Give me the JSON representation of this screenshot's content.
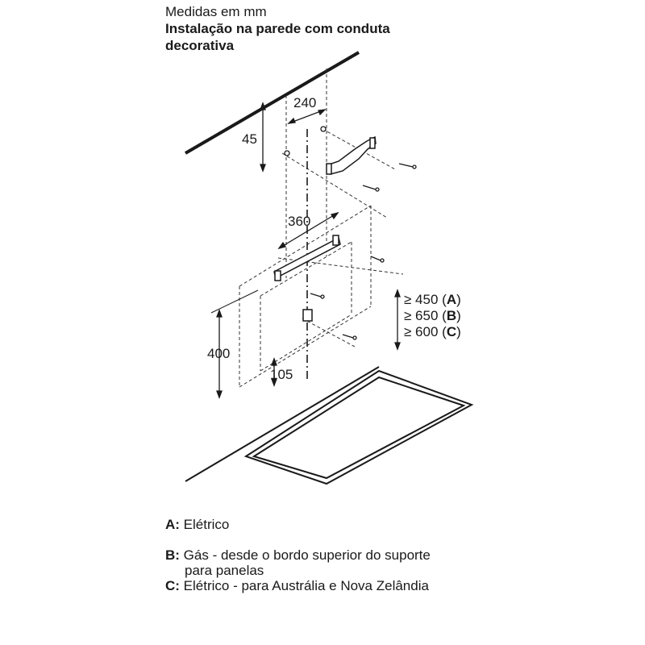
{
  "header": {
    "line1": "Medidas em mm",
    "line2": "Instalação na parede com conduta",
    "line3": "decorativa"
  },
  "dimensions": {
    "d240": "240",
    "d45": "45",
    "d360": "360",
    "d400": "400",
    "d105": "105"
  },
  "clearances": [
    {
      "prefix": "≥ 450 (",
      "key": "A",
      "suffix": ")"
    },
    {
      "prefix": "≥ 650 (",
      "key": "B",
      "suffix": ")"
    },
    {
      "prefix": "≥ 600 (",
      "key": "C",
      "suffix": ")"
    }
  ],
  "legend": {
    "a_key": "A:",
    "a_text": " Elétrico",
    "b_key": "B:",
    "b_text": " Gás - desde o bordo superior do suporte",
    "b_text2": "para panelas",
    "c_key": "C:",
    "c_text": " Elétrico - para Austrália e Nova Zelândia"
  }
}
